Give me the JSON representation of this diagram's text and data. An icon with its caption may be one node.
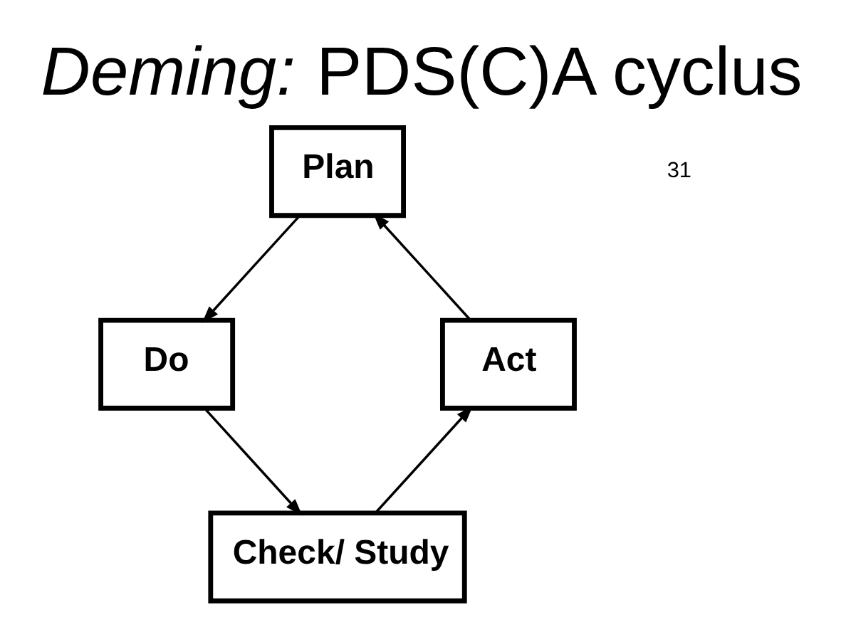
{
  "diagram": {
    "title": "*Deming:* PDS(C)A cyclus",
    "nodes": [
      {
        "text": [
          "Plan"
        ]
      },
      {
        "text": [
          "Act"
        ]
      },
      {
        "text": [
          "Do"
        ]
      },
      {
        "text": [
          "Check/ Study"
        ]
      }
    ],
    "edges": [
      {
        "from": 0,
        "to": 2,
        "arrow": "to"
      },
      {
        "from": 2,
        "to": 3,
        "arrow": "to"
      },
      {
        "from": 3,
        "to": 1,
        "arrow": "to"
      },
      {
        "from": 1,
        "to": 0,
        "arrow": "to"
      }
    ],
    "labels": [
      "31"
    ]
  }
}
